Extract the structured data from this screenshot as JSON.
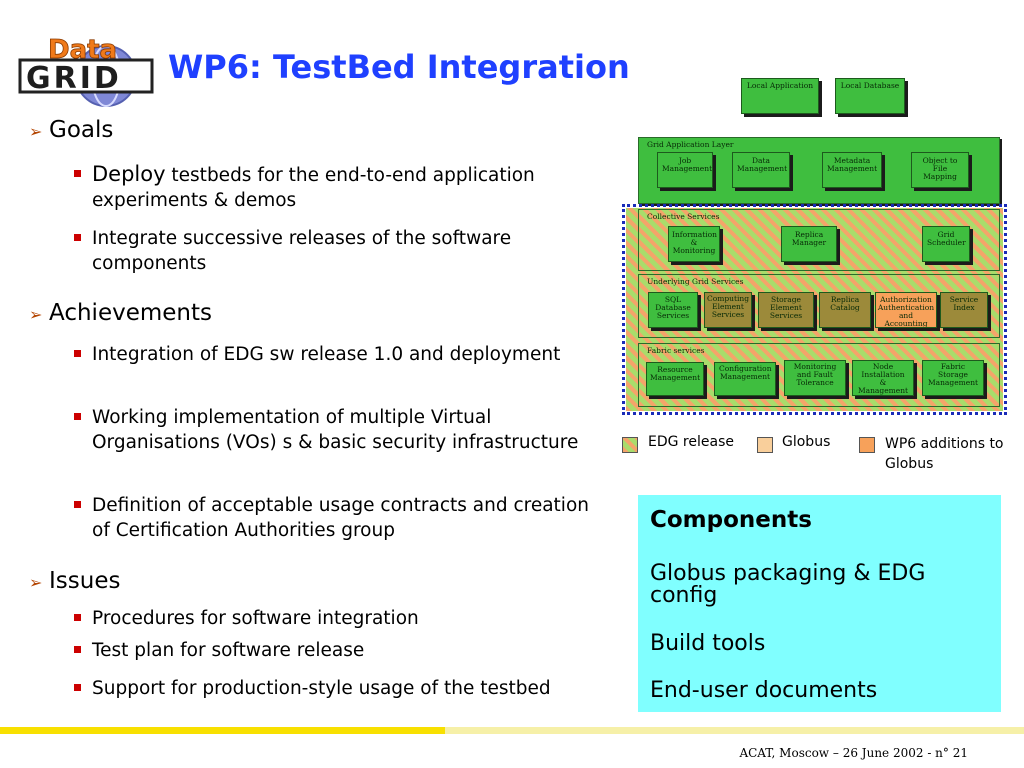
{
  "logo": {
    "top_text": "Data",
    "bottom_text": "GRID"
  },
  "title": "WP6: TestBed Integration",
  "sections": [
    {
      "heading": "Goals",
      "items": [
        {
          "lead": "Deploy",
          "text": " testbeds for the end-to-end application experiments & demos"
        },
        {
          "lead": "",
          "text": "Integrate successive releases of the software components"
        }
      ]
    },
    {
      "heading": "Achievements",
      "items": [
        {
          "lead": "",
          "text": "Integration of EDG sw release 1.0 and deployment"
        },
        {
          "lead": "",
          "text": "Working implementation of multiple Virtual Organisations (VOs) s & basic security infrastructure"
        },
        {
          "lead": "",
          "text": "Definition of acceptable usage contracts and creation of Certification Authorities group"
        }
      ]
    },
    {
      "heading": "Issues",
      "items": [
        {
          "lead": "",
          "text": "Procedures for software integration"
        },
        {
          "lead": "",
          "text": "Test plan for software release"
        },
        {
          "lead": "",
          "text": "Support for production-style usage of the testbed"
        }
      ]
    }
  ],
  "diagram": {
    "top": [
      "Local Application",
      "Local Database"
    ],
    "layers": [
      {
        "name": "Grid Application Layer",
        "boxes": [
          "Job Management",
          "Data Management",
          "Metadata Management",
          "Object to File Mapping"
        ]
      },
      {
        "name": "Collective Services",
        "boxes": [
          "Information & Monitoring",
          "Replica Manager",
          "Grid Scheduler"
        ]
      },
      {
        "name": "Underlying Grid Services",
        "boxes": [
          "SQL Database Services",
          "Computing Element Services",
          "Storage Element Services",
          "Replica Catalog",
          "Authorization Authentication and Accounting",
          "Service Index"
        ]
      },
      {
        "name": "Fabric services",
        "boxes": [
          "Resource Management",
          "Configuration Management",
          "Monitoring and Fault Tolerance",
          "Node Installation & Management",
          "Fabric Storage Management"
        ]
      }
    ],
    "legend": [
      "EDG release",
      "Globus",
      "WP6 additions to Globus"
    ],
    "colors": {
      "edg_green": "#3fbe3f",
      "globus": "#f9cf9b",
      "wp6": "#f7a15a",
      "frame_blue": "#1a2bb8"
    }
  },
  "components": {
    "heading": "Components",
    "items": [
      "Globus packaging &  EDG config",
      "Build tools",
      "End-user documents"
    ]
  },
  "footer": "ACAT, Moscow – 26 June 2002 - n° 21"
}
